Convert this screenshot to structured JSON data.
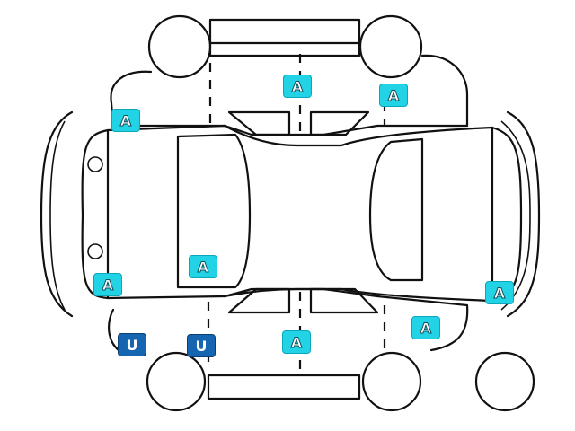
{
  "diagram": {
    "type": "vehicle-damage-inspection-chart"
  },
  "legend_colors": {
    "A": "#22d3e6",
    "U": "#1565b0"
  },
  "markers": [
    {
      "id": "roof-left-panel",
      "code": "A"
    },
    {
      "id": "roof-right-fender",
      "code": "A"
    },
    {
      "id": "front-left-corner",
      "code": "A"
    },
    {
      "id": "hood",
      "code": "A"
    },
    {
      "id": "front-bumper-left",
      "code": "A"
    },
    {
      "id": "rear-bumper-right",
      "code": "A"
    },
    {
      "id": "rear-fender-right",
      "code": "A"
    },
    {
      "id": "door-lower",
      "code": "A"
    },
    {
      "id": "front-wheel-arch-1",
      "code": "U"
    },
    {
      "id": "front-wheel-arch-2",
      "code": "U"
    }
  ]
}
